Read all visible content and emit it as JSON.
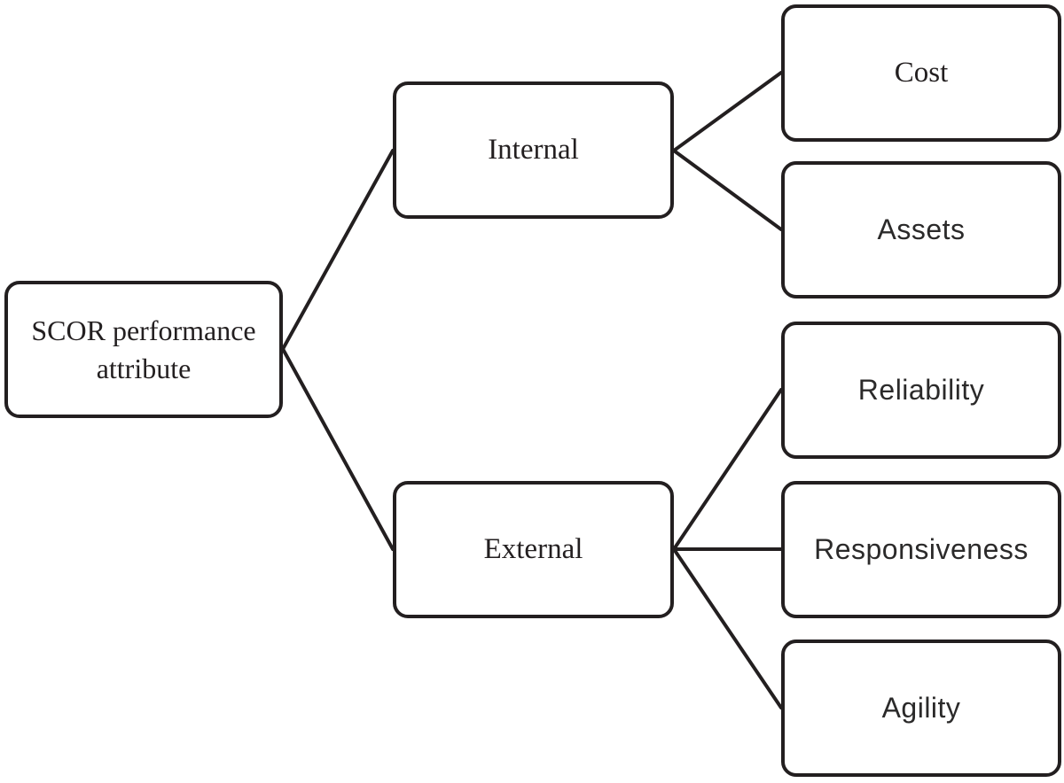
{
  "diagram": {
    "type": "tree",
    "orientation": "left-to-right",
    "colors": {
      "node_fill": "#ffffff",
      "node_stroke": "#231f20",
      "edge_stroke": "#231f20",
      "text": "#231f20"
    },
    "nodes": {
      "root": {
        "label": "SCOR performance attribute",
        "level": 0
      },
      "internal": {
        "label": "Internal",
        "level": 1
      },
      "external": {
        "label": "External",
        "level": 1
      },
      "cost": {
        "label": "Cost",
        "level": 2
      },
      "assets": {
        "label": "Assets",
        "level": 2
      },
      "reliability": {
        "label": "Reliability",
        "level": 2
      },
      "responsiveness": {
        "label": "Responsiveness",
        "level": 2
      },
      "agility": {
        "label": "Agility",
        "level": 2
      }
    },
    "edges": [
      {
        "from": "root",
        "to": "internal"
      },
      {
        "from": "root",
        "to": "external"
      },
      {
        "from": "internal",
        "to": "cost"
      },
      {
        "from": "internal",
        "to": "assets"
      },
      {
        "from": "external",
        "to": "reliability"
      },
      {
        "from": "external",
        "to": "responsiveness"
      },
      {
        "from": "external",
        "to": "agility"
      }
    ]
  }
}
